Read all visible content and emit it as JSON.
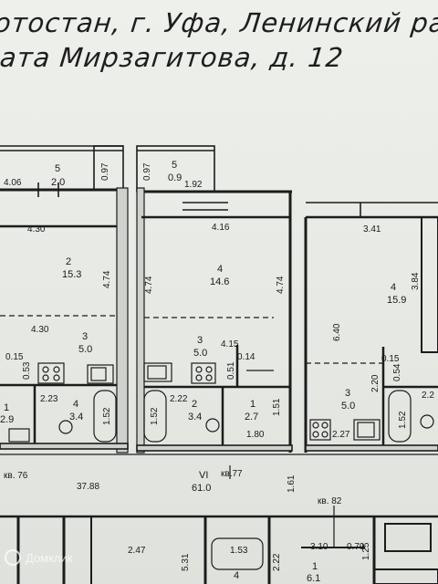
{
  "header": {
    "line1": "отостан, г. Уфа, Ленинский район,",
    "line2": "ата Мирзагитова, д. 12"
  },
  "plan": {
    "apartments": [
      {
        "room_2": {
          "number": "2",
          "area": "15.3"
        },
        "kitchen_3": {
          "number": "3",
          "area": "5.0"
        },
        "toilet_1": {
          "number": "1",
          "area": "2.9"
        },
        "bath_4": {
          "number": "4",
          "area": "3.4"
        },
        "balcony_5": {
          "number": "5",
          "area": "2.0"
        },
        "dims": {
          "a": "4.06",
          "b": "0.97",
          "c": "4.30",
          "d": "4.74",
          "e": "4.30",
          "f": "0.15",
          "g": "0.53",
          "h": "2.23",
          "i": "1.52"
        }
      },
      {
        "room_4": {
          "number": "4",
          "area": "14.6"
        },
        "kitchen_3": {
          "number": "3",
          "area": "5.0"
        },
        "bath_2": {
          "number": "2",
          "area": "3.4"
        },
        "hall_1": {
          "number": "1",
          "area": "2.7"
        },
        "balcony_5": {
          "number": "5",
          "area": "0.9"
        },
        "dims": {
          "a": "0.97",
          "b": "1.92",
          "c": "4.16",
          "d": "4.74",
          "e": "4.74",
          "f": "4.15",
          "g": "0.14",
          "h": "0.51",
          "i": "2.22",
          "j": "1.52",
          "k": "1.80",
          "l": "1.51"
        }
      },
      {
        "room_4": {
          "number": "4",
          "area": "15.9"
        },
        "kitchen_3": {
          "number": "3",
          "area": "5.0"
        },
        "dims": {
          "a": "3.41",
          "b": "3.84",
          "c": "6.40",
          "d": "0.15",
          "e": "0.54",
          "f": "2.20",
          "g": "2.27",
          "h": "1.52",
          "i": "2.2"
        }
      }
    ],
    "corridor": {
      "left_flat_label": "кв. 76",
      "length": "37.88",
      "section_roman": "VI",
      "section_area": "61.0",
      "mid_flat_label": "кв.77",
      "right_dim": "1.61",
      "right_flat_label": "кв. 82"
    },
    "lower": {
      "d1": "2.47",
      "d2": "5.31",
      "d3": "1.53",
      "d4": "2.22",
      "d5": "3.10",
      "d6": "1.25",
      "d7": "0.79",
      "n1": "4",
      "n2": "1",
      "a1": "6.1"
    }
  },
  "watermark": {
    "text": "Домклик"
  },
  "colors": {
    "paper": "#e9ebe7",
    "ink": "#1b1b1b"
  }
}
